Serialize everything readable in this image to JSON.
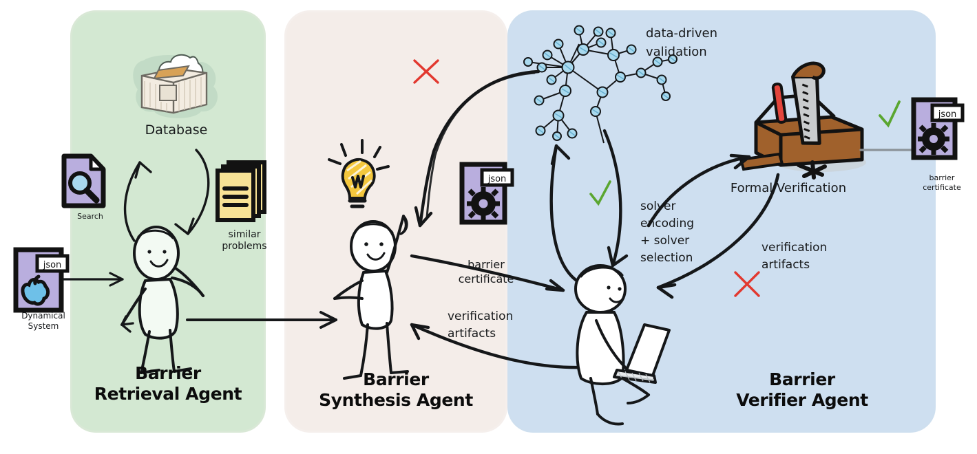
{
  "panels": [
    {
      "id": "retrieval",
      "title": "Barrier\nRetrieval Agent",
      "color": "#d3e8d2"
    },
    {
      "id": "synthesis",
      "title": "Barrier\nSynthesis Agent",
      "color": "#f4ede9"
    },
    {
      "id": "verifier",
      "title": "Barrier\nVerifier Agent",
      "color": "#cedff0"
    }
  ],
  "labels": {
    "database": "Database",
    "search": "Search",
    "similar_problems": "similar\nproblems",
    "dynamical_system": "Dynamical\nSystem",
    "barrier_certificate_mid": "barrier\ncertificate",
    "data_driven_validation": "data-driven\nvalidation",
    "solver_encoding": "solver\nencoding\n+ solver\nselection",
    "formal_verification": "Formal Verification",
    "verification_artifacts_right": "verification\nartifacts",
    "verification_artifacts_mid": "verification\nartifacts",
    "barrier_certificate_out": "barrier\ncertificate"
  },
  "file_badges": {
    "json_tag": "json"
  },
  "colors": {
    "panel_retrieval": "#d3e8d2",
    "panel_synthesis": "#f4ede9",
    "panel_verifier": "#cedff0",
    "ink": "#151719",
    "cross_red": "#e2382f",
    "tick_green": "#5aa630",
    "file_purple": "#b9aede",
    "note_yellow": "#f8e396",
    "graph_node": "#a9d9ee",
    "toolbox_brown": "#a0612c",
    "arrow_gray": "#8b9298"
  },
  "icons": {
    "search": "magnifier-on-document",
    "similar_problems": "stacked-notes",
    "dynamical_system": "apple-json-file",
    "barrier_certificate": "gear-json-file",
    "database": "box-cloud",
    "idea": "lightbulb",
    "graph": "node-link-graph",
    "toolbox": "toolbox-with-saw",
    "laptop": "laptop"
  }
}
